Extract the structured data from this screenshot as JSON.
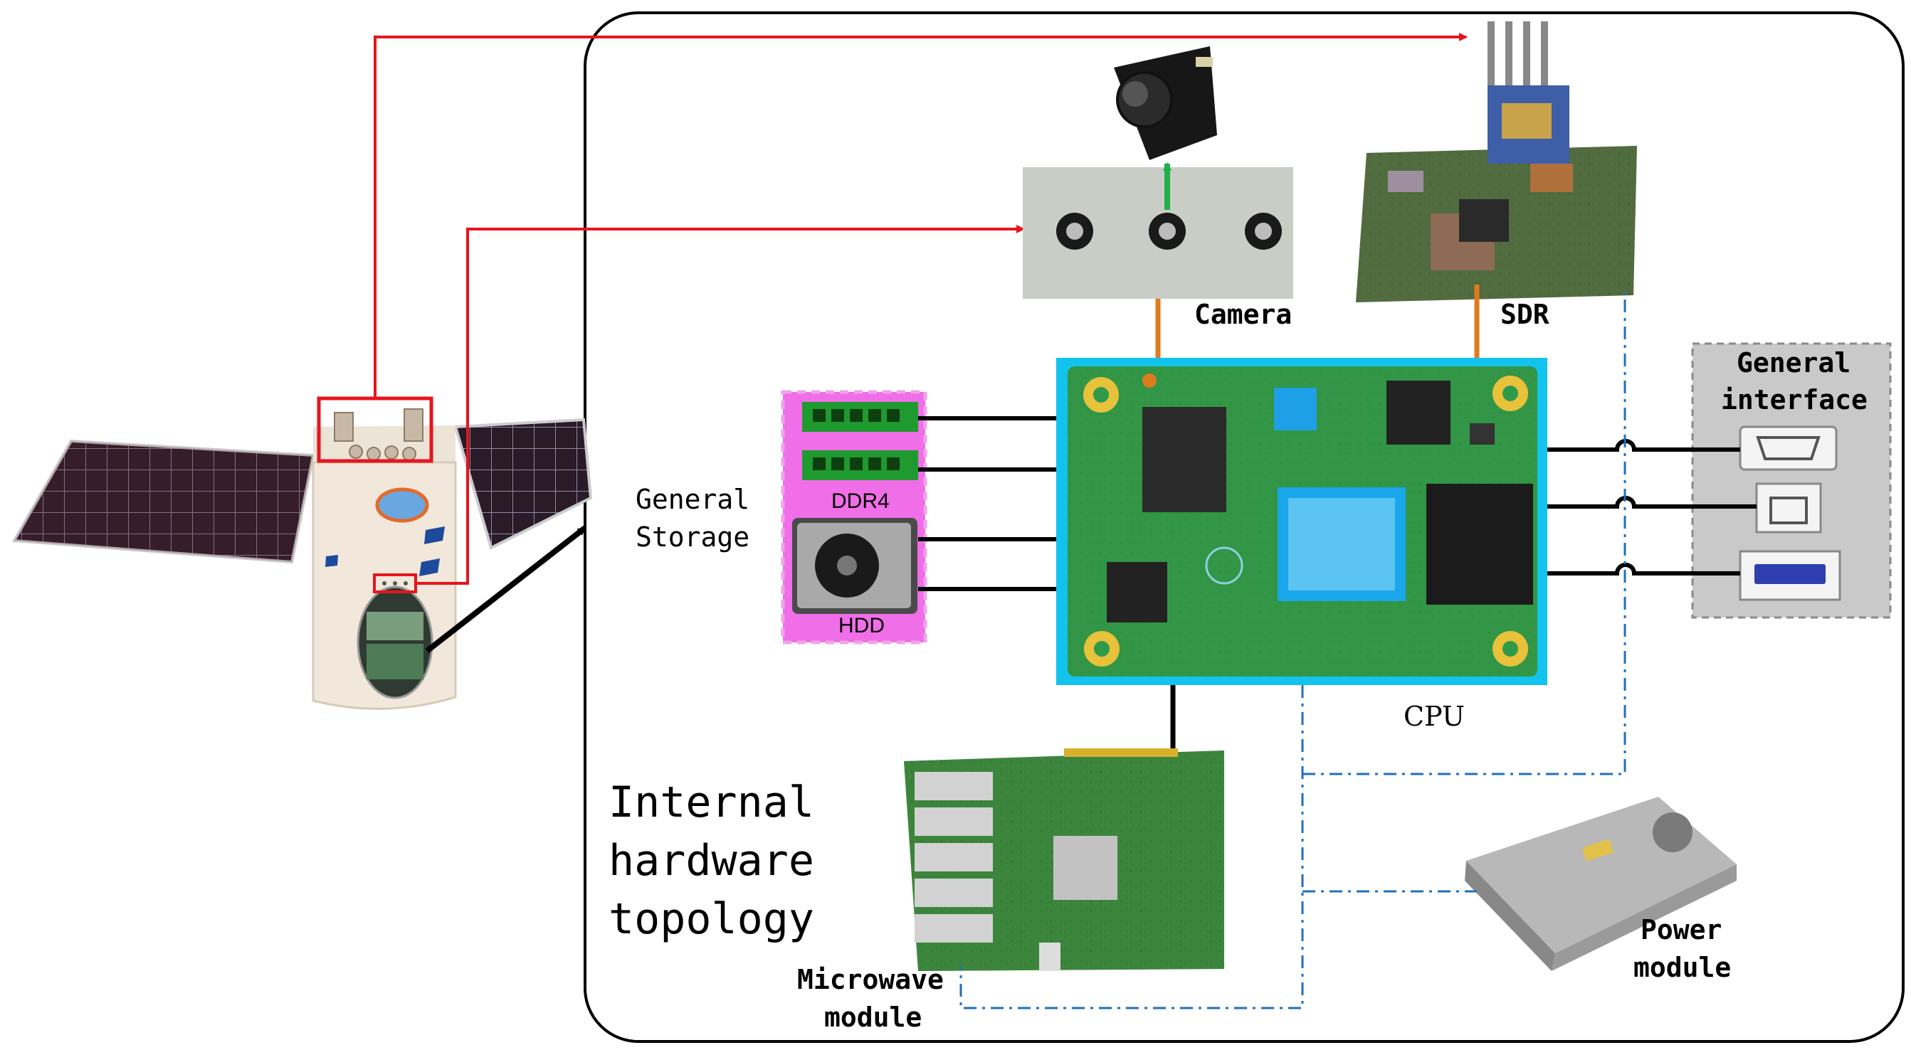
{
  "labels": {
    "camera": "Camera",
    "sdr": "SDR",
    "general_interface_line1": "General",
    "general_interface_line2": "interface",
    "general_storage_line1": "General",
    "general_storage_line2": "Storage",
    "ddr4": "DDR4",
    "hdd": "HDD",
    "cpu": "CPU",
    "internal_topology_line1": "Internal",
    "internal_topology_line2": "hardware",
    "internal_topology_line3": "topology",
    "microwave_line1": "Microwave",
    "microwave_line2": "module",
    "power_line1": "Power",
    "power_line2": "module"
  },
  "colors": {
    "red_link": "#e8141c",
    "black_link": "#000000",
    "blue_dashdot": "#1f6fbf",
    "orange_link": "#e07a1f",
    "pcb_green": "#2f9a4a",
    "cpu_cyan_border": "#12c3ee",
    "storage_pink": "#f06ee8",
    "interface_gray": "#c9c9c9"
  },
  "icons": {
    "satellite": "satellite-station-icon",
    "camera": "camera-module-icon",
    "sdr": "sdr-board-icon",
    "cpu": "compute-module-icon",
    "ram": "ram-stick-icon",
    "hdd": "hard-disk-icon",
    "vga": "vga-port-icon",
    "ethernet": "ethernet-port-icon",
    "usb": "usb-port-icon",
    "microwave": "microwave-board-icon",
    "power": "power-supply-icon"
  }
}
